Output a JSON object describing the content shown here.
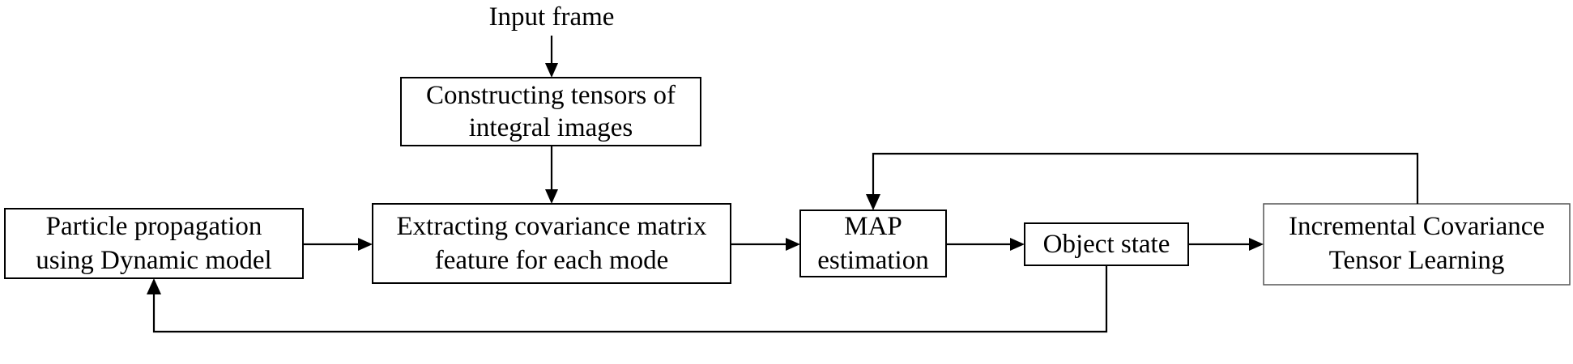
{
  "diagram": {
    "input": "Input frame",
    "nodes": {
      "tensors": {
        "line1": "Constructing tensors of",
        "line2": "integral images"
      },
      "particle": {
        "line1": "Particle propagation",
        "line2": "using Dynamic model"
      },
      "covariance": {
        "line1": "Extracting covariance matrix",
        "line2": "feature for each mode"
      },
      "map": {
        "line1": "MAP",
        "line2": "estimation"
      },
      "object": {
        "line1": "Object state"
      },
      "incremental": {
        "line1": "Incremental Covariance",
        "line2": "Tensor Learning"
      }
    }
  }
}
